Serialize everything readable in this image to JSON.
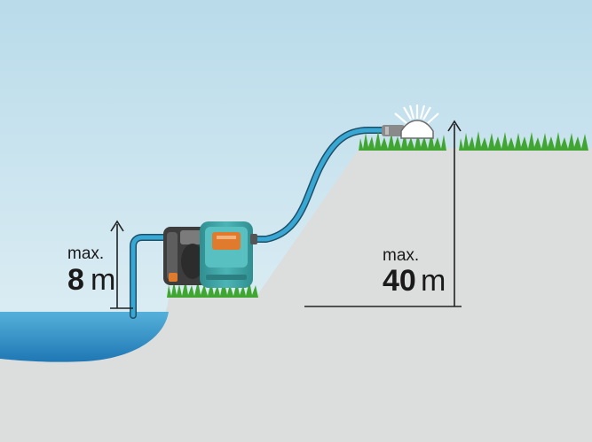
{
  "suction_height": {
    "caption": "max.",
    "value": "8",
    "unit": "m"
  },
  "delivery_height": {
    "caption": "max.",
    "value": "40",
    "unit": "m"
  },
  "colors": {
    "sky": "#c9e3ef",
    "ground": "#dcdedd",
    "water": "#3a97cb",
    "hose": "#39a7d4",
    "grass": "#41a631",
    "pump_body": "#3fa4a5",
    "pump_panel": "#e07a2c",
    "motor": "#4a4a4a"
  },
  "icons": [
    "garden-pump-icon",
    "sprinkler-icon",
    "grass-icon",
    "water-icon"
  ]
}
